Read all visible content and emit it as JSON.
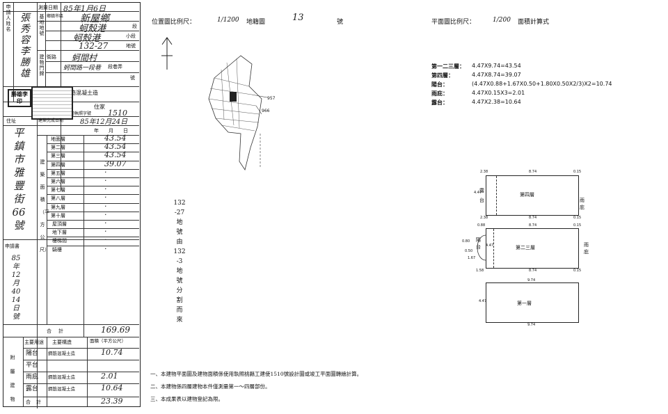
{
  "form": {
    "applicant_label": "申請人姓名",
    "applicant_name": "張秀容李勝雄",
    "survey_date_label": "測量日期",
    "survey_date": "85年1月6日",
    "site_label": "基地地號",
    "township_label": "鄉鎮市區",
    "township_value": "新屋鄉",
    "section_label": "段",
    "section_value": "蚵殼港",
    "subsection_label": "小段",
    "subsection_value": "蚵殼港",
    "lot_label": "地號",
    "lot_value": "132-27",
    "building_no_label": "建物門牌",
    "street_label": "街路",
    "street_value": "蚵間村",
    "alley_label": "段巷弄",
    "number_label": "號",
    "number_value": "蚵間路一段巷",
    "structure_label": "主要構造",
    "structure_value": "鋼筋混凝土造",
    "usage_value": "住家",
    "permit_label": "使用執照字號",
    "permit_value": "1510",
    "completion_label": "建築完成日期",
    "completion_value": "85年12月24日",
    "address_label": "住址",
    "address_value": "平鎮市雅豐街66號",
    "stamp_text": "勝雄李印",
    "year_month_day": "年月日",
    "area_label": "建築面積（平方公尺）",
    "floors": [
      {
        "label": "地面層",
        "value": "43.54"
      },
      {
        "label": "第二層",
        "value": "43.54"
      },
      {
        "label": "第三層",
        "value": "43.54"
      },
      {
        "label": "第四層",
        "value": "39.07"
      },
      {
        "label": "第五層",
        "value": "·"
      },
      {
        "label": "第六層",
        "value": "·"
      },
      {
        "label": "第七層",
        "value": "·"
      },
      {
        "label": "第八層",
        "value": "·"
      },
      {
        "label": "第九層",
        "value": "·"
      },
      {
        "label": "第十層",
        "value": "·"
      }
    ],
    "extra_rows": [
      {
        "label": "屋頂層",
        "value": "·"
      },
      {
        "label": "地下層",
        "value": "·"
      },
      {
        "label": "樓梯間",
        "value": "·"
      },
      {
        "label": "騎樓",
        "value": "·"
      }
    ],
    "total_label": "合計",
    "total_value": "169.69",
    "application_label": "申請書",
    "application_value": "85年12月4014日號",
    "annex_header_use": "主要用途",
    "annex_header_structure": "主要構造",
    "annex_header_area": "面積（平方公尺）",
    "annex_label": "附屬建物",
    "annex_rows": [
      {
        "use": "陽台",
        "structure": "鋼筋混凝土造",
        "area": "10.74"
      },
      {
        "use": "平台",
        "structure": "",
        "area": ""
      },
      {
        "use": "雨庇",
        "structure": "鋼筋混凝土造",
        "area": "2.01"
      },
      {
        "use": "露台",
        "structure": "鋼筋混凝土造",
        "area": "10.64"
      }
    ],
    "annex_total_label": "合計",
    "annex_total_value": "23.39"
  },
  "header": {
    "location_scale_label": "位置圖比例尺：",
    "location_scale_value": "1/1200",
    "cadastral_label": "地籍圖",
    "cadastral_no": "13",
    "number_suffix": "號",
    "plan_scale_label": "平面圖比例尺：",
    "plan_scale_value": "1/200",
    "area_calc_label": "面積計算式"
  },
  "calculations": [
    {
      "label": "第一二三層：",
      "formula": "4.47X9.74=43.54"
    },
    {
      "label": "第四層：",
      "formula": "4.47X8.74=39.07"
    },
    {
      "label": "陽台：",
      "formula": "(4.47X0.88+1.67X0.50+1.80X0.50X2/3)X2=10.74"
    },
    {
      "label": "雨庇：",
      "formula": "4.47X0.15X3=2.01"
    },
    {
      "label": "露台：",
      "formula": "4.47X2.38=10.64"
    }
  ],
  "location_map": {
    "lot_957": "957",
    "lot_966": "966"
  },
  "split_note": [
    "132",
    "-27",
    "地",
    "號",
    "由",
    "132",
    "-3",
    "地",
    "號",
    "分",
    "割",
    "而",
    "來"
  ],
  "plan": {
    "floor4": {
      "label": "第四層",
      "left_label": "露台",
      "right_label": "雨庇",
      "dims": [
        "2.38",
        "8.74",
        "0.15"
      ],
      "bottom_dims": [
        "2.38",
        "8.74",
        "0.15"
      ],
      "side": "4.47"
    },
    "floor23": {
      "label": "第二三層",
      "left_label": "陽台",
      "right_label": "雨庇",
      "dims": [
        "0.88",
        "8.74",
        "0.15"
      ],
      "bottom_dims": [
        "1.58",
        "8.74",
        "0.15"
      ],
      "side": "4.47",
      "extra": [
        "0.80",
        "0.50",
        "1.67"
      ]
    },
    "floor1": {
      "label": "第一層",
      "top_dim": "9.74",
      "bottom_dim": "9.74",
      "side": "4.47"
    }
  },
  "notes": [
    "一、本建物平面圖及建物面積係使用執照桃縣工建使1510號設計圖或竣工平面圖轉繪計算。",
    "二、本建物係四層建物本件僅測量第一～四層部份。",
    "三、本成果表以建物登記為限。"
  ]
}
